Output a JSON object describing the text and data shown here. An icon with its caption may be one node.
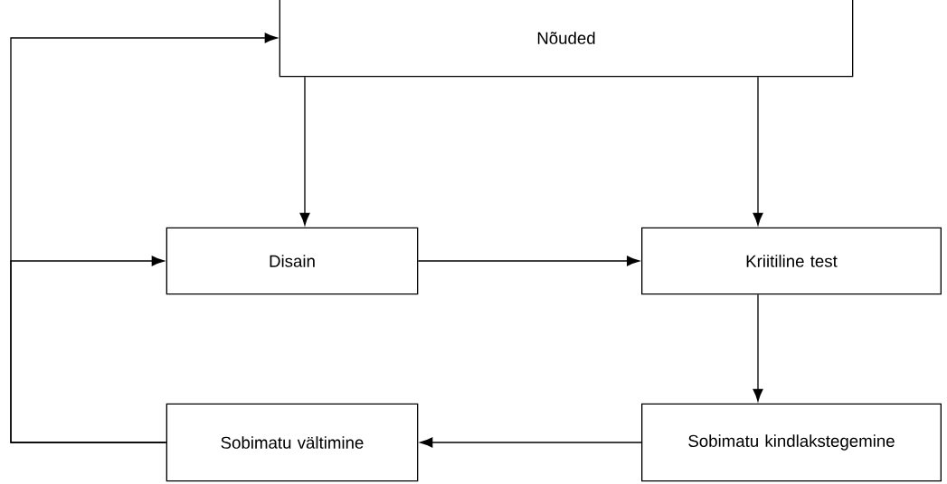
{
  "diagram": {
    "nodes": [
      {
        "text": [
          "Nõuded"
        ]
      },
      {
        "text": [
          "Disain"
        ]
      },
      {
        "text": [
          "Kriitiline test"
        ]
      },
      {
        "text": [
          "Sobimatu kindlakstegemine"
        ]
      },
      {
        "text": [
          "Sobimatu vältimine"
        ]
      }
    ],
    "edges": [
      {
        "from": 0,
        "to": 1,
        "arrow": "to"
      },
      {
        "from": 0,
        "to": 2,
        "arrow": "to"
      },
      {
        "from": 1,
        "to": 2,
        "arrow": "to"
      },
      {
        "from": 2,
        "to": 3,
        "arrow": "to"
      },
      {
        "from": 3,
        "to": 4,
        "arrow": "to"
      },
      {
        "from": 4,
        "to": 0,
        "arrow": "to"
      },
      {
        "from": 4,
        "to": 1,
        "arrow": "to"
      }
    ]
  }
}
